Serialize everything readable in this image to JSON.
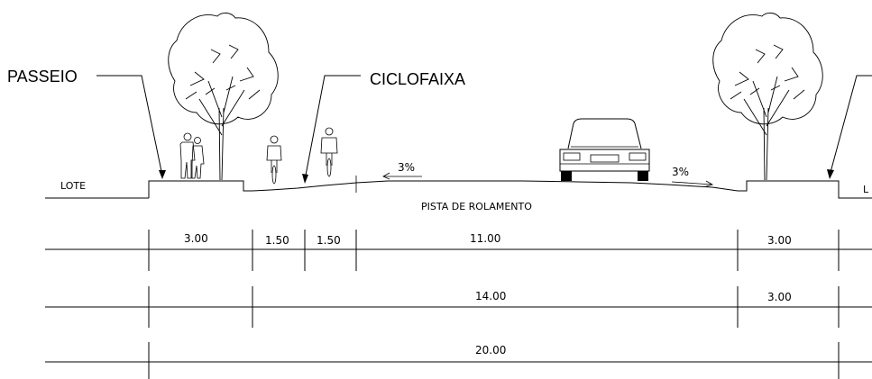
{
  "labels": {
    "passeio": "PASSEIO",
    "ciclofaixa": "CICLOFAIXA",
    "lote_left": "LOTE",
    "lote_right": "L",
    "pista": "PISTA DE ROLAMENTO",
    "slope_left": "3%",
    "slope_right": "3%"
  },
  "dimensions": {
    "row1": [
      "3.00",
      "1.50",
      "1.50",
      "11.00",
      "3.00"
    ],
    "row2": [
      "14.00",
      "3.00"
    ],
    "row3": [
      "20.00"
    ]
  },
  "icons": [
    "tree-icon",
    "pedestrians-icon",
    "cyclist-icon",
    "car-icon"
  ]
}
